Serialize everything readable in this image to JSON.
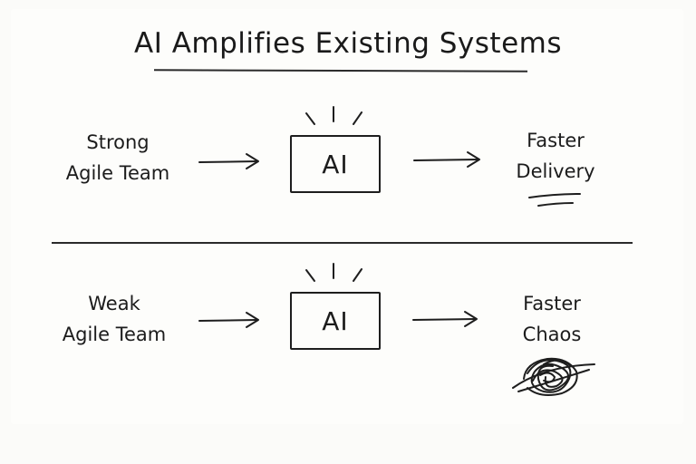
{
  "title": "AI Amplifies Existing Systems",
  "rows": [
    {
      "input": "Strong\nAgile Team",
      "process": "AI",
      "output": "Faster\nDelivery"
    },
    {
      "input": "Weak\nAgile Team",
      "process": "AI",
      "output": "Faster\nChaos"
    }
  ]
}
